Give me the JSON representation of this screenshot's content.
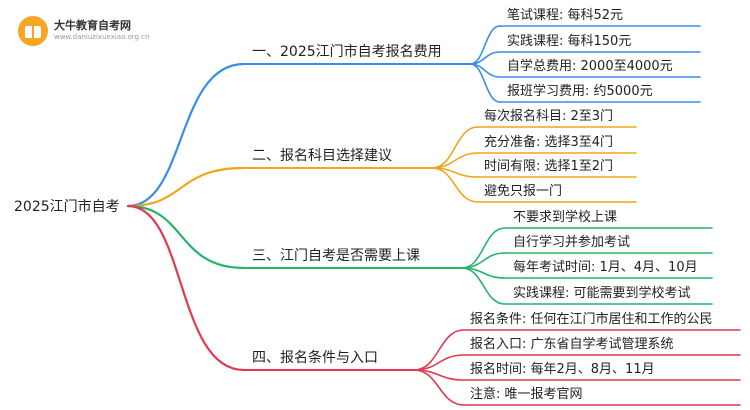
{
  "logo": {
    "icon": "graduation-book-icon",
    "name": "大牛教育自考网",
    "url": "www.daniuzixuexiao.org.cn"
  },
  "root": {
    "label": "2025江门市自考"
  },
  "branches": [
    {
      "label": "一、2025江门市自考报名费用",
      "color": "#3a8ee6",
      "leaves": [
        "笔试课程: 每科52元",
        "实践课程: 每科150元",
        "自学总费用: 2000至4000元",
        "报班学习费用: 约5000元"
      ]
    },
    {
      "label": "二、报名科目选择建议",
      "color": "#f2a51a",
      "leaves": [
        "每次报名科目: 2至3门",
        "充分准备: 选择3至4门",
        "时间有限: 选择1至2门",
        "避免只报一门"
      ]
    },
    {
      "label": "三、江门自考是否需要上课",
      "color": "#27b36a",
      "leaves": [
        "不要求到学校上课",
        "自行学习并参加考试",
        "每年考试时间: 1月、4月、10月",
        "实践课程: 可能需要到学校考试"
      ]
    },
    {
      "label": "四、报名条件与入口",
      "color": "#e03a52",
      "leaves": [
        "报名条件: 任何在江门市居住和工作的公民",
        "报名入口: 广东省自学考试管理系统",
        "报名时间: 每年2月、8月、11月",
        "注意: 唯一报考官网"
      ]
    }
  ]
}
